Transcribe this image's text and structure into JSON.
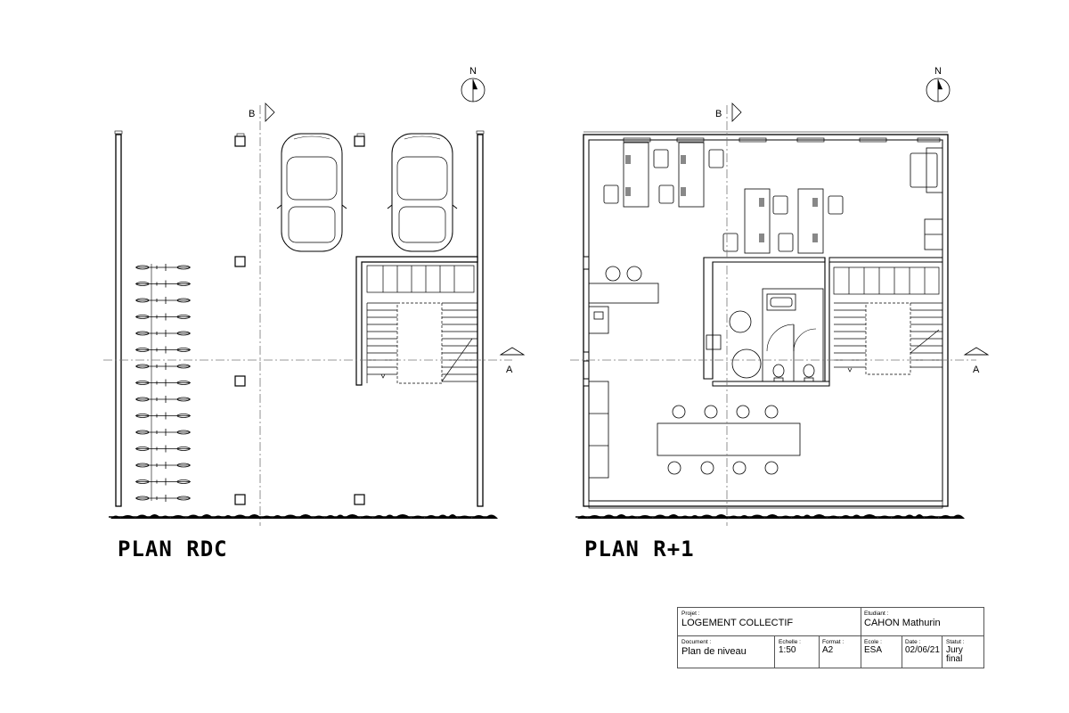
{
  "plans": [
    {
      "title": "PLAN RDC",
      "north": "N",
      "section_a": "A",
      "section_b": "B"
    },
    {
      "title": "PLAN R+1",
      "north": "N",
      "section_a": "A",
      "section_b": "B"
    }
  ],
  "cartouche": {
    "projet": {
      "label": "Projet :",
      "value": "LOGEMENT COLLECTIF"
    },
    "etudiant": {
      "label": "Etudiant :",
      "value": "CAHON Mathurin"
    },
    "document": {
      "label": "Document :",
      "value": "Plan de niveau"
    },
    "echelle": {
      "label": "Echelle :",
      "value": "1:50"
    },
    "format": {
      "label": "Format :",
      "value": "A2"
    },
    "ecole": {
      "label": "Ecole :",
      "value": "ESA"
    },
    "date": {
      "label": "Date :",
      "value": "02/06/21"
    },
    "statut": {
      "label": "Statut :",
      "value_line1": "Jury",
      "value_line2": "final"
    }
  }
}
